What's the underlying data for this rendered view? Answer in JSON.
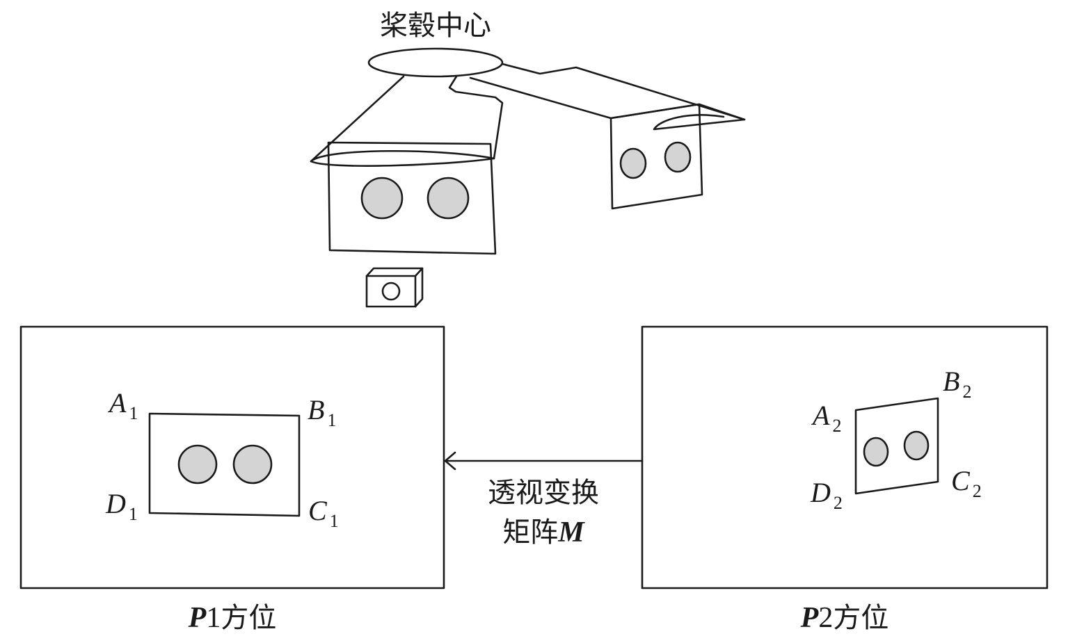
{
  "hub_label": "桨毂中心",
  "transform_label": {
    "line1": "透视变换",
    "line2_text": "矩阵",
    "line2_symbol": "M"
  },
  "panel_p1": {
    "caption_symbol": "P",
    "caption_number": "1",
    "caption_text": "方位",
    "corners": {
      "a": {
        "letter": "A",
        "sub": "1"
      },
      "b": {
        "letter": "B",
        "sub": "1"
      },
      "c": {
        "letter": "C",
        "sub": "1"
      },
      "d": {
        "letter": "D",
        "sub": "1"
      }
    }
  },
  "panel_p2": {
    "caption_symbol": "P",
    "caption_number": "2",
    "caption_text": "方位",
    "corners": {
      "a": {
        "letter": "A",
        "sub": "2"
      },
      "b": {
        "letter": "B",
        "sub": "2"
      },
      "c": {
        "letter": "C",
        "sub": "2"
      },
      "d": {
        "letter": "D",
        "sub": "2"
      }
    }
  },
  "colors": {
    "stroke": "#1a1a1a",
    "hole_fill": "#d4d4d4",
    "background": "#ffffff"
  }
}
